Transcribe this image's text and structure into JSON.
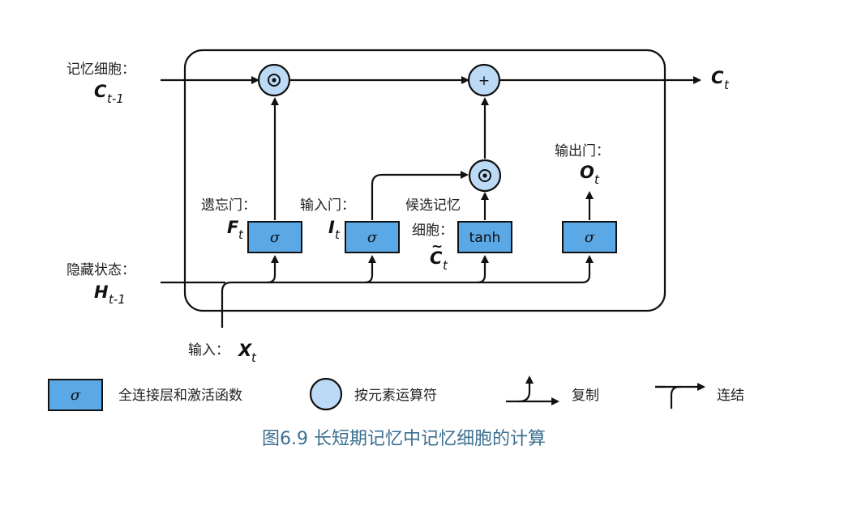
{
  "labels": {
    "memory_cell": "记忆细胞：",
    "memory_cell_var": "C",
    "memory_cell_sub": "t-1",
    "output_var": "C",
    "output_sub": "t",
    "hidden_state": "隐藏状态：",
    "hidden_var": "H",
    "hidden_sub": "t-1",
    "input": "输入：",
    "input_var": "X",
    "input_sub": "t",
    "forget_gate": "遗忘门：",
    "forget_var": "F",
    "forget_sub": "t",
    "input_gate": "输入门：",
    "input_gate_var": "I",
    "input_gate_sub": "t",
    "candidate_line1": "候选记忆",
    "candidate_line2": "细胞：",
    "candidate_var": "C",
    "candidate_tilde": "~",
    "candidate_sub": "t",
    "output_gate": "输出门：",
    "output_gate_var": "O",
    "output_gate_sub": "t"
  },
  "boxes": {
    "sigma": "σ",
    "tanh": "tanh"
  },
  "ops": {
    "multiply": "⊙",
    "add": "+"
  },
  "legend": {
    "fc_symbol": "σ",
    "fc_label": "全连接层和激活函数",
    "op_label": "按元素运算符",
    "copy_label": "复制",
    "concat_label": "连结"
  },
  "caption": "图6.9 长短期记忆中记忆细胞的计算",
  "colors": {
    "box_fill": "#5aa8e6",
    "op_fill": "#bcd9f5",
    "caption": "#3b6f8f"
  }
}
